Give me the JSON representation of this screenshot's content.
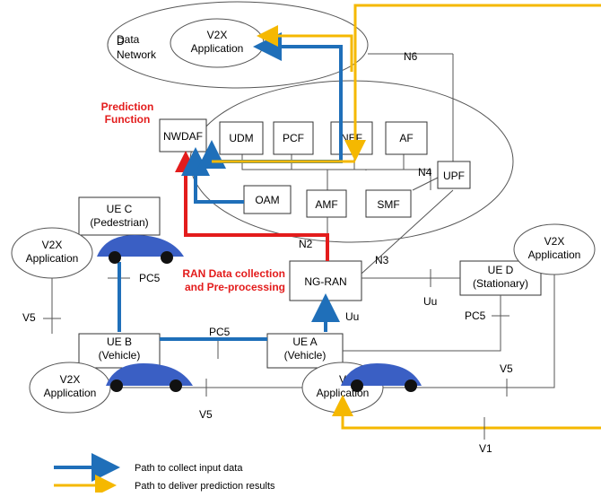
{
  "nodes": {
    "data_network": "Data\nNetwork",
    "v2x_app_dn": "V2X\nApplication",
    "n6": "N6",
    "prediction_function": "Prediction\nFunction",
    "nwdaf": "NWDAF",
    "udm": "UDM",
    "pcf": "PCF",
    "nef": "NEF",
    "af": "AF",
    "n4": "N4",
    "upf": "UPF",
    "oam": "OAM",
    "amf": "AMF",
    "smf": "SMF",
    "n2": "N2",
    "n3": "N3",
    "ran_collection": "RAN Data collection\nand Pre-processing",
    "ng_ran": "NG-RAN",
    "uu1": "Uu",
    "uu2": "Uu",
    "ue_c": "UE C\n(Pedestrian)",
    "ue_d": "UE D\n(Stationary)",
    "ue_b": "UE B\n(Vehicle)",
    "ue_a": "UE A\n(Vehicle)",
    "v2x_app_left": "V2X\nApplication",
    "v2x_app_right": "V2X\nApplication",
    "v2x_app_bl": "V2X\nApplication",
    "v2x_app_ue_a": "V\nApplication",
    "pc5_c": "PC5",
    "pc5_ab": "PC5",
    "pc5_d": "PC5",
    "v5_left": "V5",
    "v5_bottom": "V5",
    "v5_right": "V5",
    "v1": "V1"
  },
  "legend": {
    "blue_label": "Path to collect input data",
    "yellow_label": "Path to deliver prediction results",
    "blue_color": "#1f6fb9",
    "yellow_color": "#f5b800"
  },
  "colors": {
    "red": "#e31c1c",
    "car": "#3a5fc4"
  }
}
